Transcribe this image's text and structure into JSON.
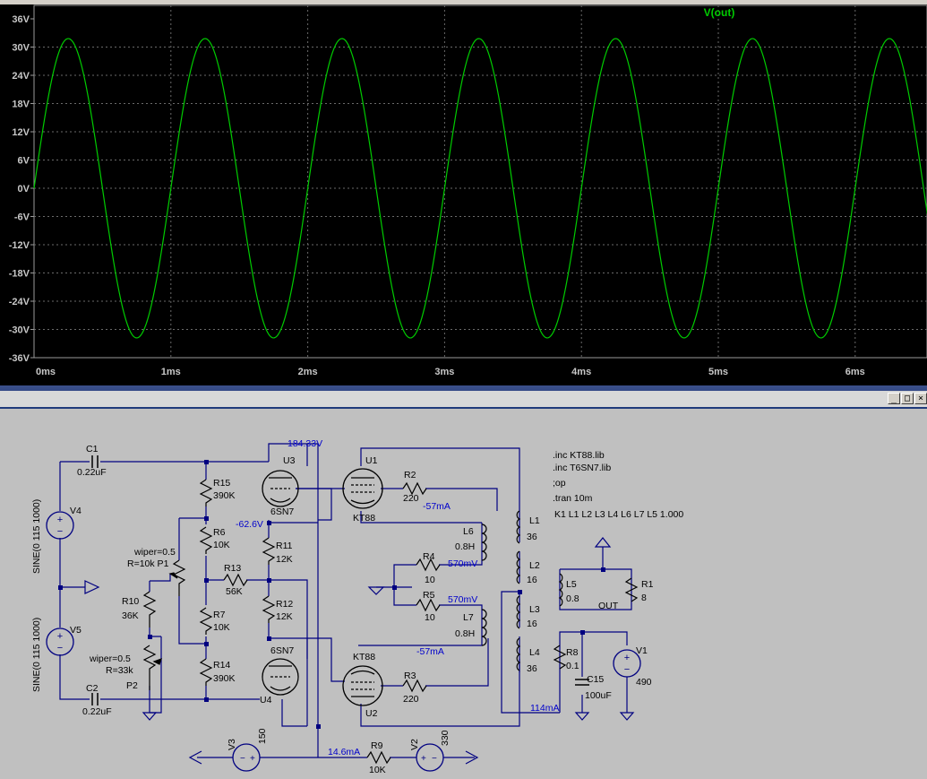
{
  "plot": {
    "trace_label": "V(out)",
    "trace_color": "#00cc00",
    "background": "#000000",
    "y_ticks": [
      "36V",
      "30V",
      "24V",
      "18V",
      "12V",
      "6V",
      "0V",
      "-6V",
      "-12V",
      "-18V",
      "-24V",
      "-30V",
      "-36V"
    ],
    "x_ticks": [
      "0ms",
      "1ms",
      "2ms",
      "3ms",
      "4ms",
      "5ms",
      "6ms"
    ]
  },
  "chart_data": {
    "type": "line",
    "title": "",
    "xlabel": "",
    "ylabel": "",
    "x_unit": "ms",
    "y_unit": "V",
    "xlim": [
      0,
      6.6
    ],
    "ylim": [
      -36,
      36
    ],
    "grid": true,
    "series": [
      {
        "name": "V(out)",
        "waveform": "sine",
        "amplitude_V": 31.8,
        "offset_V": 0,
        "frequency_Hz": 1000,
        "phase_deg": 0
      }
    ]
  },
  "schematic": {
    "window_buttons": {
      "minimize": "_",
      "restore": "□",
      "close": "×"
    },
    "directives": [
      ".inc KT88.lib",
      ".inc T6SN7.lib",
      ";op",
      ".tran 10m",
      "K1 L1 L2 L3 L4  L6 L7  L5  1.000"
    ],
    "labels": {
      "C1": "C1",
      "C1_val": "0.22uF",
      "C2": "C2",
      "C2_val": "0.22uF",
      "V4": "V4",
      "V4_val": "SINE(0 115 1000)",
      "V5": "V5",
      "V5_val": "SINE(0 115 1000)",
      "R15": "R15",
      "R15_val": "390K",
      "R6": "R6",
      "R6_val": "10K",
      "R7": "R7",
      "R7_val": "10K",
      "R14": "R14",
      "R14_val": "390K",
      "R13": "R13",
      "R13_val": "56K",
      "R10": "R10",
      "R10_val": "36K",
      "P1_w": "wiper=0.5",
      "P1_r": "R=10k P1",
      "P2_w": "wiper=0.5",
      "P2_r": "R=33k",
      "P2": "P2",
      "U3": "U3",
      "U3_val": "6SN7",
      "U4": "U4",
      "U4_val": "6SN7",
      "R11": "R11",
      "R11_val": "12K",
      "R12": "R12",
      "R12_val": "12K",
      "U1": "U1",
      "U1_val": "KT88",
      "U2": "U2",
      "U2_val": "KT88",
      "R2": "R2",
      "R2_val": "220",
      "R3": "R3",
      "R3_val": "220",
      "R4": "R4",
      "R4_val": "10",
      "R5": "R5",
      "R5_val": "10",
      "L6": "L6",
      "L6_val": "0.8H",
      "L7": "L7",
      "L7_val": "0.8H",
      "L1": "L1",
      "L1_val": "36",
      "L2": "L2",
      "L2_val": "16",
      "L3": "L3",
      "L3_val": "16",
      "L4": "L4",
      "L4_val": "36",
      "L5": "L5",
      "L5_val": "0.8",
      "R1": "R1",
      "R1_val": "8",
      "OUT": "OUT",
      "R8": "R8",
      "R8_val": "0.1",
      "C15": "C15",
      "C15_val": "100uF",
      "V1": "V1",
      "V1_val": "490",
      "V3": "V3",
      "V3_val": "150",
      "V2": "V2",
      "V2_val": "330",
      "R9": "R9",
      "R9_val": "10K"
    },
    "op_points": {
      "v_184": "184.33V",
      "v_neg62": "-62.6V",
      "i_u1": "-57mA",
      "i_u2": "-57mA",
      "v_r4": "570mV",
      "v_r5": "570mV",
      "i_114": "114mA",
      "i_146": "14.6mA"
    }
  }
}
